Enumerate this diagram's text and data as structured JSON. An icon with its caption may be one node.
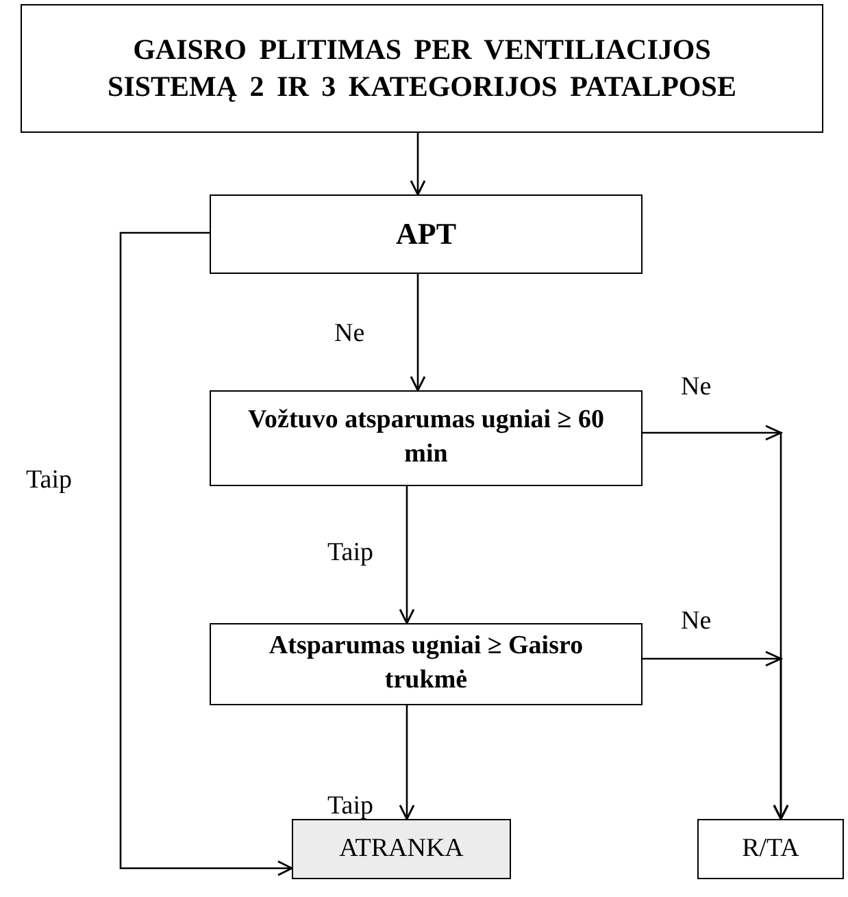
{
  "diagram": {
    "nodes": [
      {
        "text": [
          "GAISRO PLITIMAS PER VENTILIACIJOS SISTEMĄ 2 IR 3 KATEGORIJOS PATALPOSE"
        ]
      },
      {
        "text": [
          "APT"
        ]
      },
      {
        "text": [
          "Vožtuvo atsparumas ugniai ≥ 60 min"
        ]
      },
      {
        "text": [
          "Atsparumas ugniai ≥ Gaisro trukmė"
        ]
      },
      {
        "text": [
          "ATRANKA"
        ]
      },
      {
        "text": [
          "R/TA"
        ]
      }
    ],
    "edges": [
      {
        "from": 0,
        "to": 1,
        "arrow": "to"
      },
      {
        "from": 1,
        "to": 2,
        "arrow": "to",
        "label": "Ne"
      },
      {
        "from": 2,
        "to": 3,
        "arrow": "to",
        "label": "Taip"
      },
      {
        "from": 3,
        "to": 4,
        "arrow": "to",
        "label": "Taip"
      },
      {
        "from": 1,
        "to": 4,
        "arrow": "to",
        "label": "Taip"
      },
      {
        "from": 2,
        "to": 5,
        "arrow": "to",
        "label": "Ne"
      },
      {
        "from": 3,
        "to": 5,
        "arrow": "to",
        "label": "Ne"
      }
    ]
  }
}
